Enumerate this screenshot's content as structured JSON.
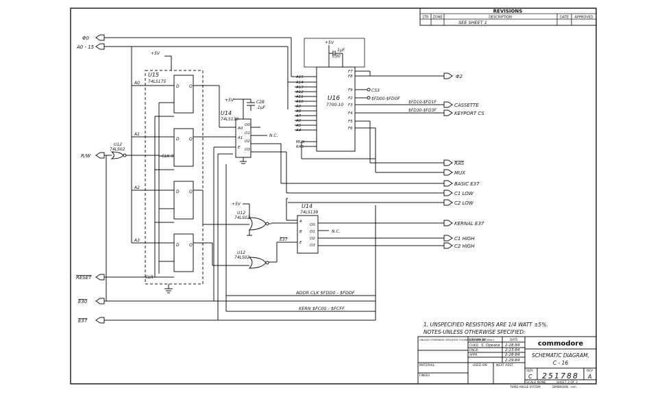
{
  "revisions": {
    "title": "REVISIONS",
    "ltr": "LTR",
    "zone": "ZONE",
    "description": "DESCRIPTION",
    "date": "DATE",
    "approved": "APPROVED",
    "entry": "SEE SHEET 1"
  },
  "signals_left": {
    "phi0": "Φ0",
    "a0_15": "A0 - 15",
    "rw": "R/W",
    "reset": "RESET",
    "e30": "E30",
    "e37": "E37"
  },
  "signals_right": {
    "phi2": "Φ2",
    "cs3": "CS3",
    "fd00": "$FD00-$FDOF",
    "fd10": "$FD10-$FD1F",
    "cassette": "CASSETTE",
    "fd30": "$FD30-$FD3F",
    "keyport": "KEYPORT CS",
    "ras": "RAS",
    "mux": "MUX",
    "basic": "BASIC E37",
    "c1low": "C1 LOW",
    "c2low": "C2 LOW",
    "kernal": "KERNAL E37",
    "nc": "N.C.",
    "c1high": "C1 HIGH",
    "c2high": "C2 HIGH"
  },
  "components": {
    "u15_ref": "U15",
    "u15_part": "74LS175",
    "u12_ref": "U12",
    "u12_part": "74LS02",
    "u14_ref": "U14",
    "u14_part": "74LS139",
    "u16_ref": "U16",
    "u16_part": "7700-10",
    "c28_ref": "C28",
    "c28_val": ".1µF",
    "c30_ref": "C30",
    "c30_val": "1µF",
    "plus5v": "+5V"
  },
  "pins_u16_left": [
    "A15",
    "A14",
    "A13",
    "A12",
    "A11",
    "A10",
    "A9",
    "A8",
    "A7",
    "A6",
    "A5",
    "A4",
    "MUX",
    "RAS"
  ],
  "pins_u16_right": [
    "F7",
    "F8",
    "F9",
    "F2",
    "F3",
    "F4",
    "F5",
    "F6"
  ],
  "buses": {
    "addr_clk": "ADDR CLK $FDD0 - $FDDF",
    "kern": "KERN $FC00 - $FCFF"
  },
  "notes": {
    "line1": "1. UNSPECIFIED RESISTORS ARE 1/4 WATT ±5%.",
    "line2": "NOTES-UNLESS OTHERWISE SPECIFIED:"
  },
  "title_block": {
    "company": "commodore",
    "title1": "SCHEMATIC DIAGRAM,",
    "title2": "C - 16",
    "size_label": "SIZE",
    "size": "C",
    "dwg_no": "251788",
    "rev_label": "REV",
    "rev": "A",
    "scale": "SCALE NONE",
    "sheet": "SHEET 3 OF 3",
    "tolerance": "UNLESS OTHERWISE SPECIFIED TOLERANCES ARE DECIMALS",
    "material": "MATERIAL",
    "finish": "FINISH",
    "used_on": "USED ON",
    "next_asst": "NEXT ASST",
    "drawn_by": "DRAWN BY",
    "chkd": "CHKD",
    "engr": "ENGR",
    "appr": "APPR",
    "date": "DATE",
    "drawn_name": "S. Opeara",
    "drawn_date": "2-28-84",
    "chkd_date": "2-15-84",
    "engr_date": "2-28-84",
    "appr_date": "2-29-84",
    "third_angle": "THIRD ANGLE SYSTEM",
    "dimension": "DIMENSION : mm"
  }
}
